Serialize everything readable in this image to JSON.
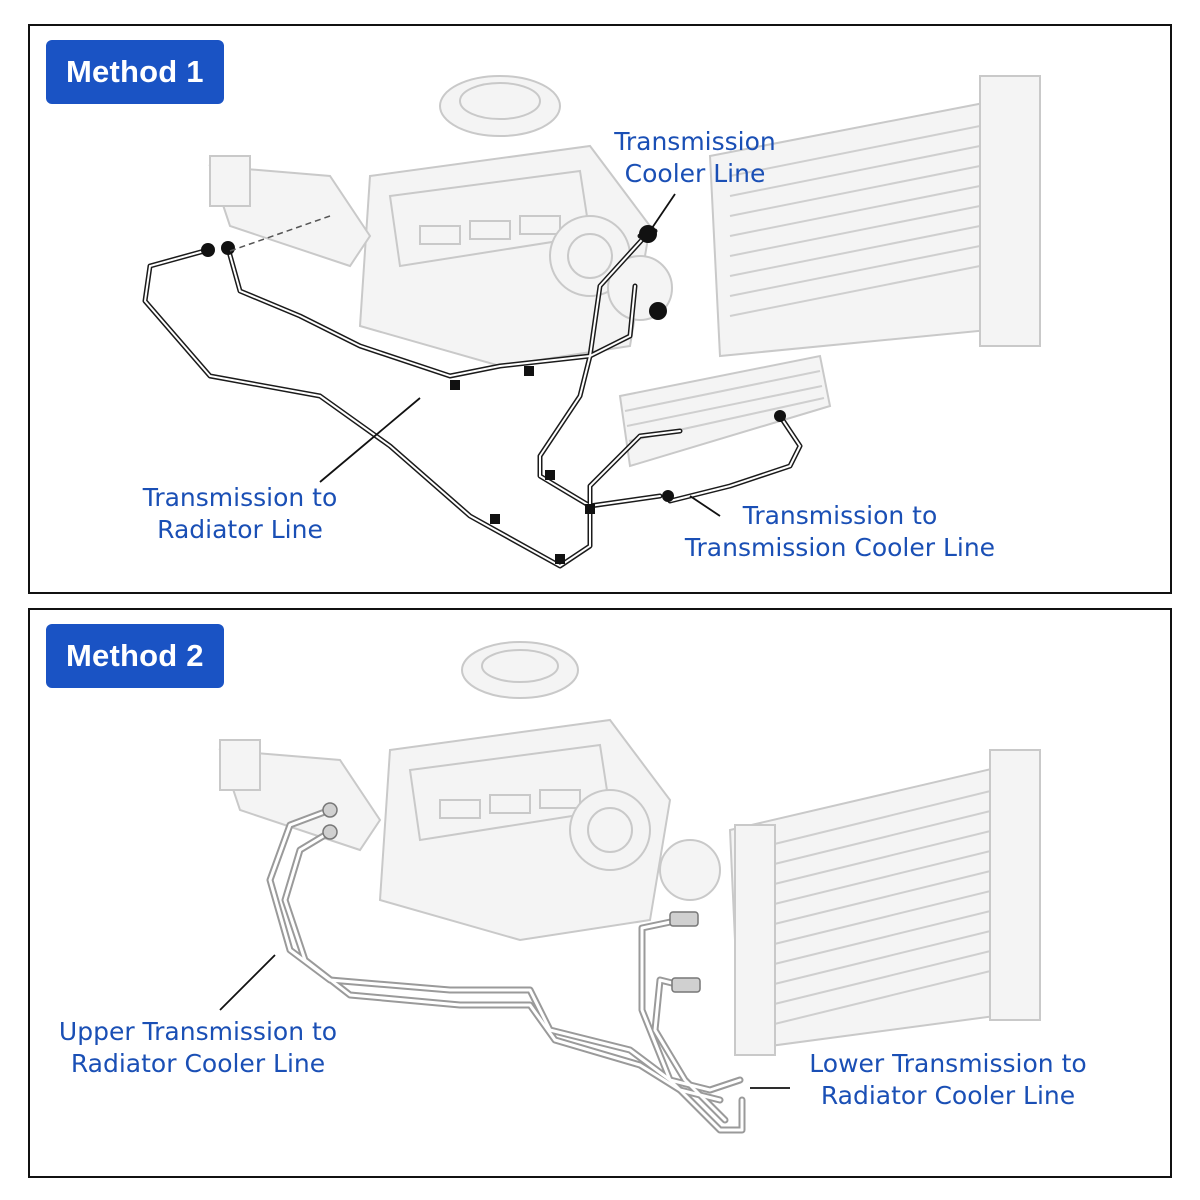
{
  "method1": {
    "badge": "Method 1",
    "labels": {
      "cooler_line": [
        "Transmission",
        "Cooler Line"
      ],
      "to_radiator": [
        "Transmission to",
        "Radiator Line"
      ],
      "to_cooler": [
        "Transmission to",
        "Transmission Cooler Line"
      ]
    }
  },
  "method2": {
    "badge": "Method 2",
    "labels": {
      "upper": [
        "Upper Transmission to",
        "Radiator Cooler Line"
      ],
      "lower": [
        "Lower Transmission to",
        "Radiator Cooler Line"
      ]
    }
  },
  "colors": {
    "badge": "#1a53c4",
    "label_text": "#1a4fb5",
    "line_dark": "#1b1b1b",
    "line_light": "#9a9a9a"
  }
}
